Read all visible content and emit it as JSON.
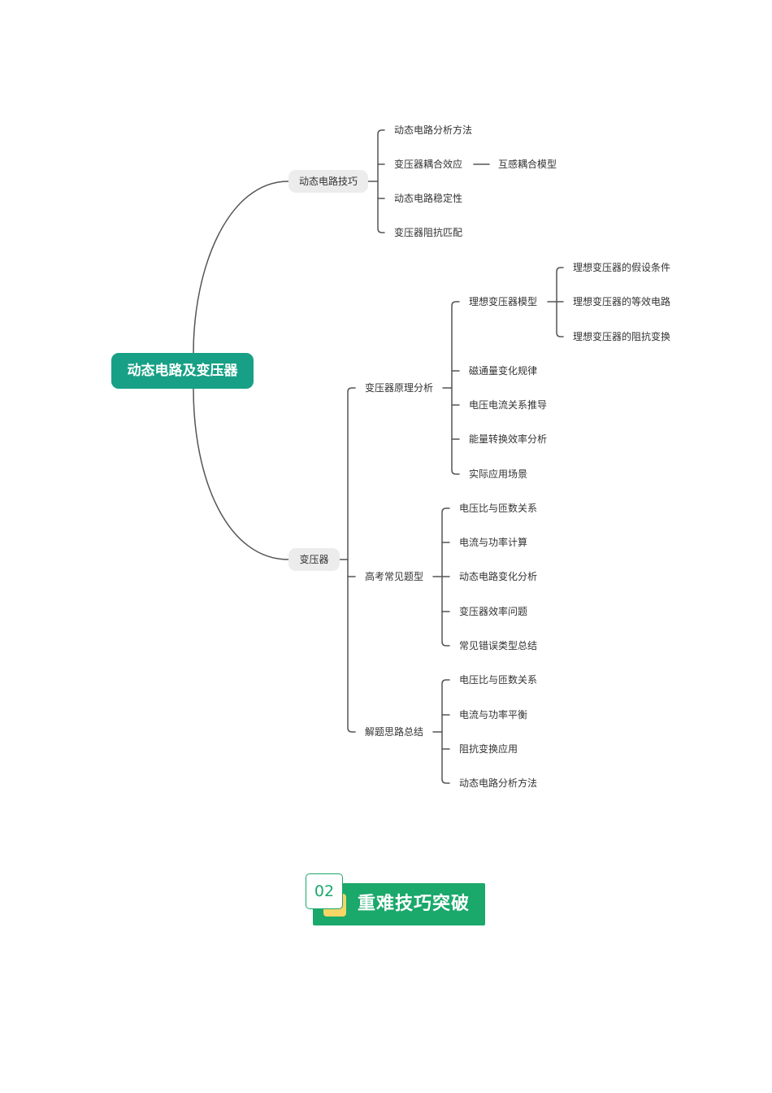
{
  "mindmap": {
    "root": "动态电路及变压器",
    "branch1": {
      "label": "动态电路技巧",
      "children": [
        "动态电路分析方法",
        "变压器耦合效应",
        "动态电路稳定性",
        "变压器阻抗匹配"
      ],
      "coupling_child": "互感耦合模型"
    },
    "branch2": {
      "label": "变压器",
      "principle": {
        "label": "变压器原理分析",
        "ideal_model": {
          "label": "理想变压器模型",
          "children": [
            "理想变压器的假设条件",
            "理想变压器的等效电路",
            "理想变压器的阻抗变换"
          ]
        },
        "children": [
          "磁通量变化规律",
          "电压电流关系推导",
          "能量转换效率分析",
          "实际应用场景"
        ]
      },
      "exam": {
        "label": "高考常见题型",
        "children": [
          "电压比与匝数关系",
          "电流与功率计算",
          "动态电路变化分析",
          "变压器效率问题",
          "常见错误类型总结"
        ]
      },
      "summary": {
        "label": "解题思路总结",
        "children": [
          "电压比与匝数关系",
          "电流与功率平衡",
          "阻抗变换应用",
          "动态电路分析方法"
        ]
      }
    }
  },
  "section": {
    "number": "02",
    "title": "重难技巧突破"
  },
  "colors": {
    "root_fill": "#17a085",
    "badge_green": "#1aa86b",
    "badge_yellow": "#f5d565",
    "connector": "#555555",
    "pill_fill": "#ececec"
  }
}
